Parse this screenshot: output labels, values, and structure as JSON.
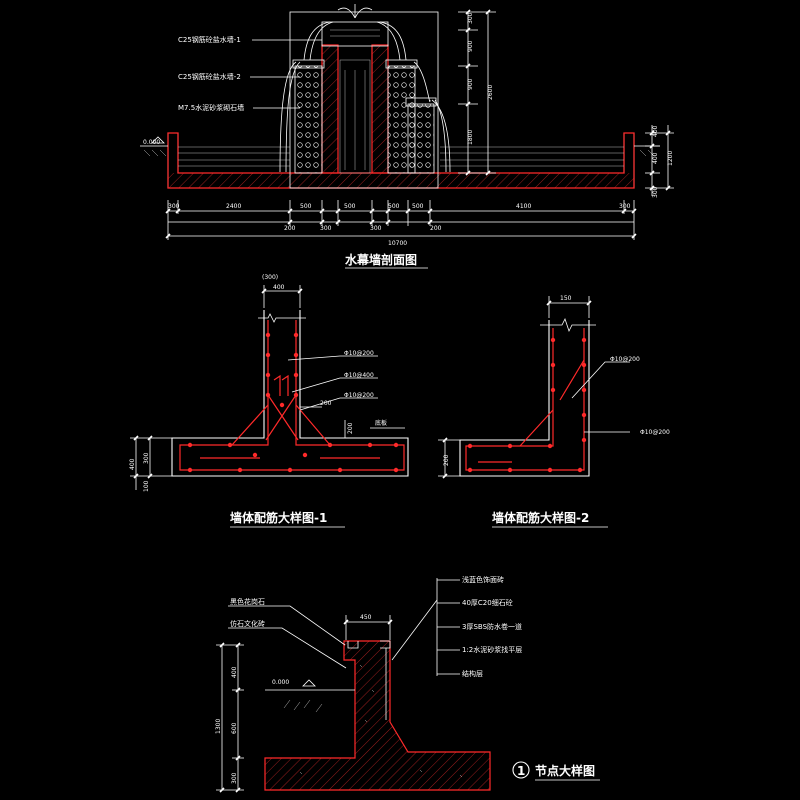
{
  "section": {
    "title": "水幕墙剖面图",
    "labels": [
      "C25钢筋砼盐水墙-1",
      "C25钢筋砼盐水墙-2",
      "M7.5水泥砂浆砌石墙"
    ],
    "level": "0.000",
    "dims_bottom_top": [
      "300",
      "2400",
      "500",
      "500",
      "500",
      "500",
      "4100",
      "300"
    ],
    "dims_bottom_mid": [
      "200",
      "300",
      "300",
      "200"
    ],
    "dims_total": "10700",
    "dims_right": [
      "300",
      "900",
      "900",
      "1800",
      "2600",
      "400",
      "400",
      "1200",
      "300"
    ]
  },
  "detail1": {
    "title": "墙体配筋大样图-1",
    "top_note": "(300)",
    "width": "400",
    "rebar": [
      "Φ10@200",
      "Φ10@400",
      "Φ10@200"
    ],
    "dim_200a": "200",
    "dim_200b": "200",
    "slab": "底板",
    "left_dims": [
      "400",
      "300",
      "100"
    ]
  },
  "detail2": {
    "title": "墙体配筋大样图-2",
    "width": "150",
    "rebar": [
      "Φ10@200",
      "Φ10@200"
    ],
    "left_dim": "200"
  },
  "node": {
    "number": "1",
    "title": "节点大样图",
    "left_labels": [
      "黑色花岗石",
      "仿石文化砖"
    ],
    "width": "450",
    "level": "0.000",
    "layers": [
      "浅蓝色饰面砖",
      "40厚C20细石砼",
      "3厚SBS防水卷一道",
      "1:2水泥砂浆找平层",
      "结构层"
    ],
    "left_dims": [
      "1300",
      "400",
      "600",
      "300"
    ]
  }
}
